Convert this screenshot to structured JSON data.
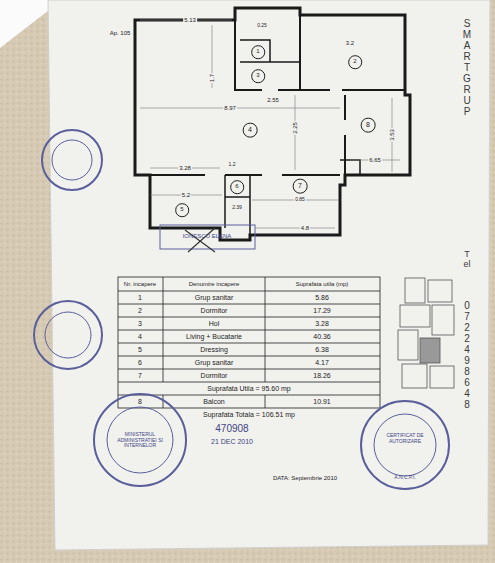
{
  "diagram": {
    "labels": [
      "Ap. 105",
      "5.13",
      "0.25",
      "3.2",
      "1.7",
      "2.55",
      "8.97",
      "2.25",
      "3.53",
      "6.65",
      "3.28",
      "1.2",
      "2.39",
      "4.8",
      "5.2",
      "0.85",
      "1",
      "2",
      "3",
      "4",
      "8",
      "5",
      "6",
      "7",
      "Nr. incapere",
      "Denumire incapere",
      "Suprafata utila (mp)",
      "1",
      "Grup sanitar",
      "5.86",
      "2",
      "Dormitor",
      "17.29",
      "3",
      "Hol",
      "3.28",
      "4",
      "Living + Bucatarie",
      "40.36",
      "5",
      "Dressing",
      "6.38",
      "6",
      "Grup sanitar",
      "4.17",
      "7",
      "Dormitor",
      "18.26",
      "Suprafata Utila = 95.60 mp",
      "8",
      "Balcon",
      "10.91",
      "Suprafata Totala = 106.51 mp",
      "470908",
      "21 DEC 2010",
      "DATA: Septembrie 2010",
      "IONESCU ELENA",
      "MINISTERUL ADMINISTRATIEI SI INTERNELOR",
      "CERTIFICAT DE AUTORIZARE",
      "A.N.C.P.I.",
      "SMART GRUP",
      "Tel",
      "0722 498648"
    ]
  }
}
